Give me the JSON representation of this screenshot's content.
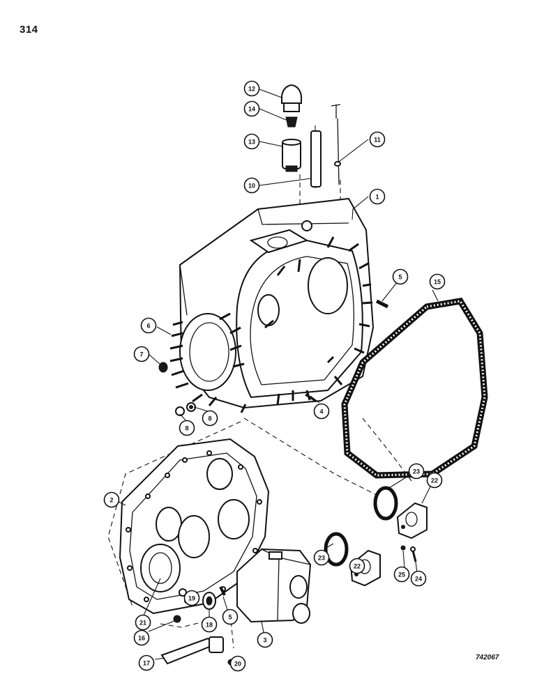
{
  "page_number": "314",
  "figure_code": "742067",
  "callouts": [
    "12",
    "14",
    "13",
    "10",
    "11",
    "1",
    "5",
    "15",
    "6",
    "7",
    "8",
    "8",
    "4",
    "2",
    "23",
    "22",
    "23",
    "22",
    "25",
    "24",
    "21",
    "19",
    "5",
    "18",
    "16",
    "3",
    "17",
    "20"
  ]
}
